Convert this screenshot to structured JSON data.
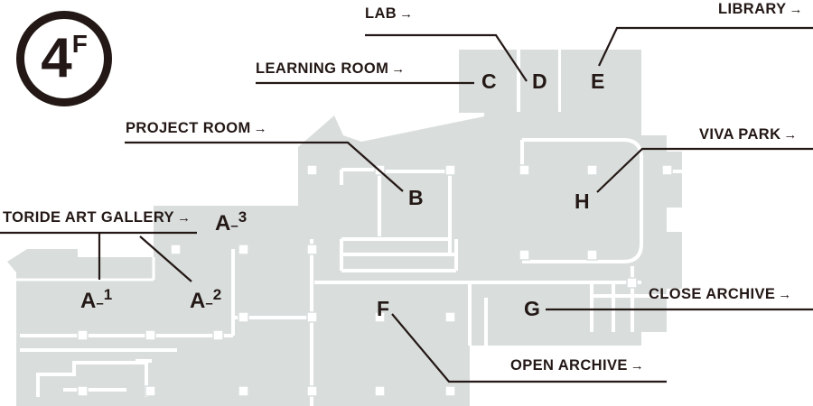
{
  "floor_badge": {
    "number": "4",
    "suffix": "F"
  },
  "map": {
    "fill_color": "#d9dedd",
    "wall_color": "#ffffff",
    "ink_color": "#231815",
    "background": "#ffffff"
  },
  "callouts": [
    {
      "id": "lab",
      "label": "LAB",
      "arrow": "→"
    },
    {
      "id": "library",
      "label": "LIBRARY",
      "arrow": "→"
    },
    {
      "id": "learning-room",
      "label": "LEARNING ROOM",
      "arrow": "→"
    },
    {
      "id": "project-room",
      "label": "PROJECT ROOM",
      "arrow": "→"
    },
    {
      "id": "viva-park",
      "label": "VIVA PARK",
      "arrow": "→"
    },
    {
      "id": "toride-art-gallery",
      "label": "TORIDE ART GALLERY",
      "arrow": "→"
    },
    {
      "id": "close-archive",
      "label": "CLOSE ARCHIVE",
      "arrow": "→"
    },
    {
      "id": "open-archive",
      "label": "OPEN ARCHIVE",
      "arrow": "→"
    }
  ],
  "rooms": [
    {
      "id": "a1",
      "code": "A",
      "dash": "–",
      "index": "1"
    },
    {
      "id": "a2",
      "code": "A",
      "dash": "–",
      "index": "2"
    },
    {
      "id": "a3",
      "code": "A",
      "dash": "–",
      "index": "3"
    },
    {
      "id": "b",
      "code": "B"
    },
    {
      "id": "c",
      "code": "C"
    },
    {
      "id": "d",
      "code": "D"
    },
    {
      "id": "e",
      "code": "E"
    },
    {
      "id": "f",
      "code": "F"
    },
    {
      "id": "g",
      "code": "G"
    },
    {
      "id": "h",
      "code": "H"
    }
  ]
}
